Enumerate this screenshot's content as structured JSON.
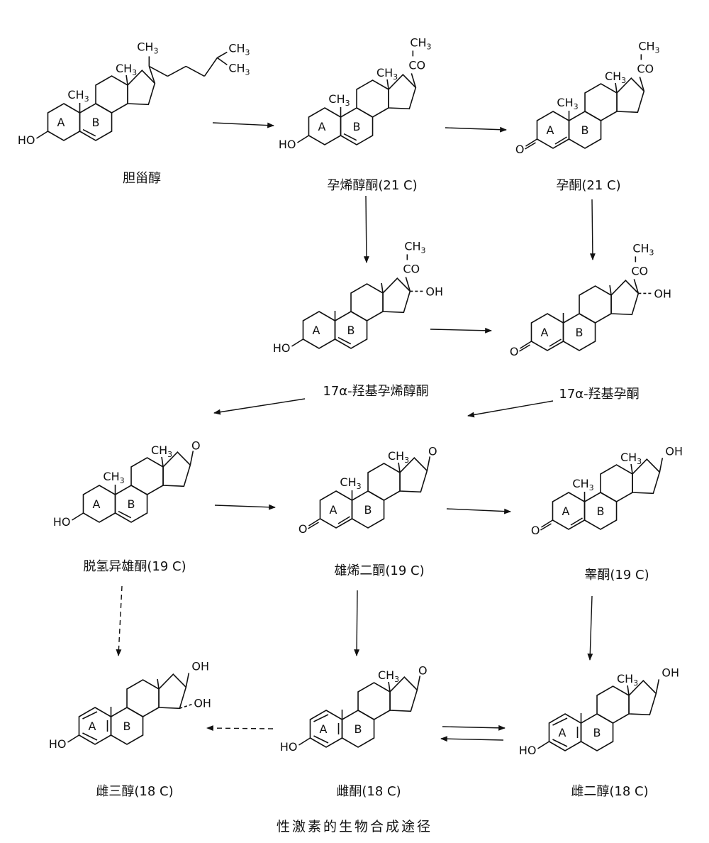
{
  "caption": "性激素的生物合成途径",
  "compounds": {
    "cholesterol": "胆甾醇",
    "pregnenolone": "孕烯醇酮(21 C)",
    "progesterone": "孕酮(21 C)",
    "oh_pregnenolone": "17α-羟基孕烯醇酮",
    "oh_progesterone": "17α-羟基孕酮",
    "dhea": "脱氢异雄酮(19 C)",
    "androstenedione": "雄烯二酮(19 C)",
    "testosterone": "睾酮(19 C)",
    "estriol": "雌三醇(18 C)",
    "estrone": "雌酮(18 C)",
    "estradiol": "雌二醇(18 C)"
  },
  "ring_labels": {
    "a": "A",
    "b": "B"
  },
  "groups": {
    "ch3": "CH3",
    "co": "CO",
    "oh": "OH",
    "ho": "HO",
    "o": "O"
  }
}
